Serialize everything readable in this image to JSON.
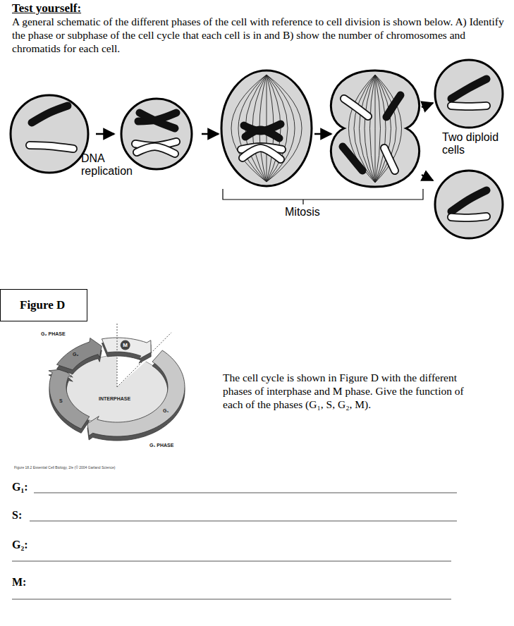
{
  "diagram": {
    "title": "Test yourself:",
    "nodes": [
      {
        "text": [
          "Figure D"
        ]
      }
    ],
    "labels": [
      "A general schematic of the different phases of the cell with reference to cell division is shown below. A) Identify the phase or subphase of the cell cycle that each cell is in and B) show the number of chromosomes and chromatids for each cell.",
      "DNA replication",
      "Mitosis",
      "Two diploid cells",
      "G₂ PHASE",
      "G₂",
      "M",
      "INTERPHASE",
      "S",
      "G₁",
      "G₁ PHASE",
      "Figure 18.2 Essential Cell Biology, 2/e (© 2004 Garland Science)",
      "The cell cycle is shown in Figure D with the different phases of interphase and M phase. Give the function of each of the phases (G₁, S, G₂, M).",
      "G₁:",
      "S:",
      "G₂:",
      "M:"
    ]
  }
}
